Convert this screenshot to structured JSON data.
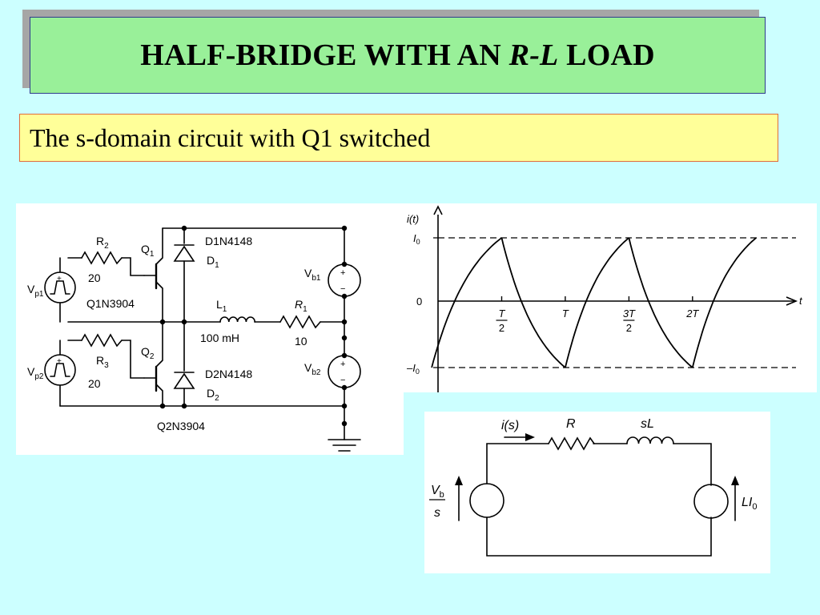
{
  "slide": {
    "title_pre": "HALF-BRIDGE WITH AN ",
    "title_italic": "R-L",
    "title_post": " LOAD",
    "subtitle": "The s-domain circuit with Q1 switched"
  },
  "schematic": {
    "r2": "R",
    "r2_sub": "2",
    "r2_val": "20",
    "q1": "Q",
    "q1_sub": "1",
    "vp1": "V",
    "vp1_sub": "p1",
    "q1_model": "Q1N3904",
    "d1_model": "D1N4148",
    "d1": "D",
    "d1_sub": "1",
    "vb1": "V",
    "vb1_sub": "b1",
    "l1": "L",
    "l1_sub": "1",
    "l1_val": "100 mH",
    "r1": "R",
    "r1_sub": "1",
    "r1_val": "10",
    "r3": "R",
    "r3_sub": "3",
    "r3_val": "20",
    "q2": "Q",
    "q2_sub": "2",
    "vp2": "V",
    "vp2_sub": "p2",
    "d2_model": "D2N4148",
    "d2": "D",
    "d2_sub": "2",
    "vb2": "V",
    "vb2_sub": "b2",
    "q2_model": "Q2N3904",
    "plus": "+",
    "minus": "−"
  },
  "waveform": {
    "ylabel": "i(t)",
    "xlabel": "t",
    "y_top": "I",
    "y_top_sub": "0",
    "y_zero": "0",
    "y_bot": "–I",
    "y_bot_sub": "0",
    "x_ticks": [
      {
        "num": "T",
        "den": "2",
        "at": 0.5
      },
      {
        "num": "T",
        "den": "",
        "at": 1.0
      },
      {
        "num": "3T",
        "den": "2",
        "at": 1.5
      },
      {
        "num": "2T",
        "den": "",
        "at": 2.0
      }
    ],
    "x_range": [
      0,
      2.75
    ],
    "y_range": [
      -1,
      1
    ],
    "segments": [
      {
        "type": "rise",
        "t0": -0.05,
        "t1": 0.5
      },
      {
        "type": "fall",
        "t0": 0.5,
        "t1": 1.0
      },
      {
        "type": "rise",
        "t0": 1.0,
        "t1": 1.5
      },
      {
        "type": "fall",
        "t0": 1.5,
        "t1": 2.0
      },
      {
        "type": "rise",
        "t0": 2.0,
        "t1": 2.5
      }
    ]
  },
  "s_circuit": {
    "current": "i(s)",
    "r": "R",
    "l": "sL",
    "src_num": "V",
    "src_num_sub": "b",
    "src_den": "s",
    "src2": "LI",
    "src2_sub": "0"
  }
}
